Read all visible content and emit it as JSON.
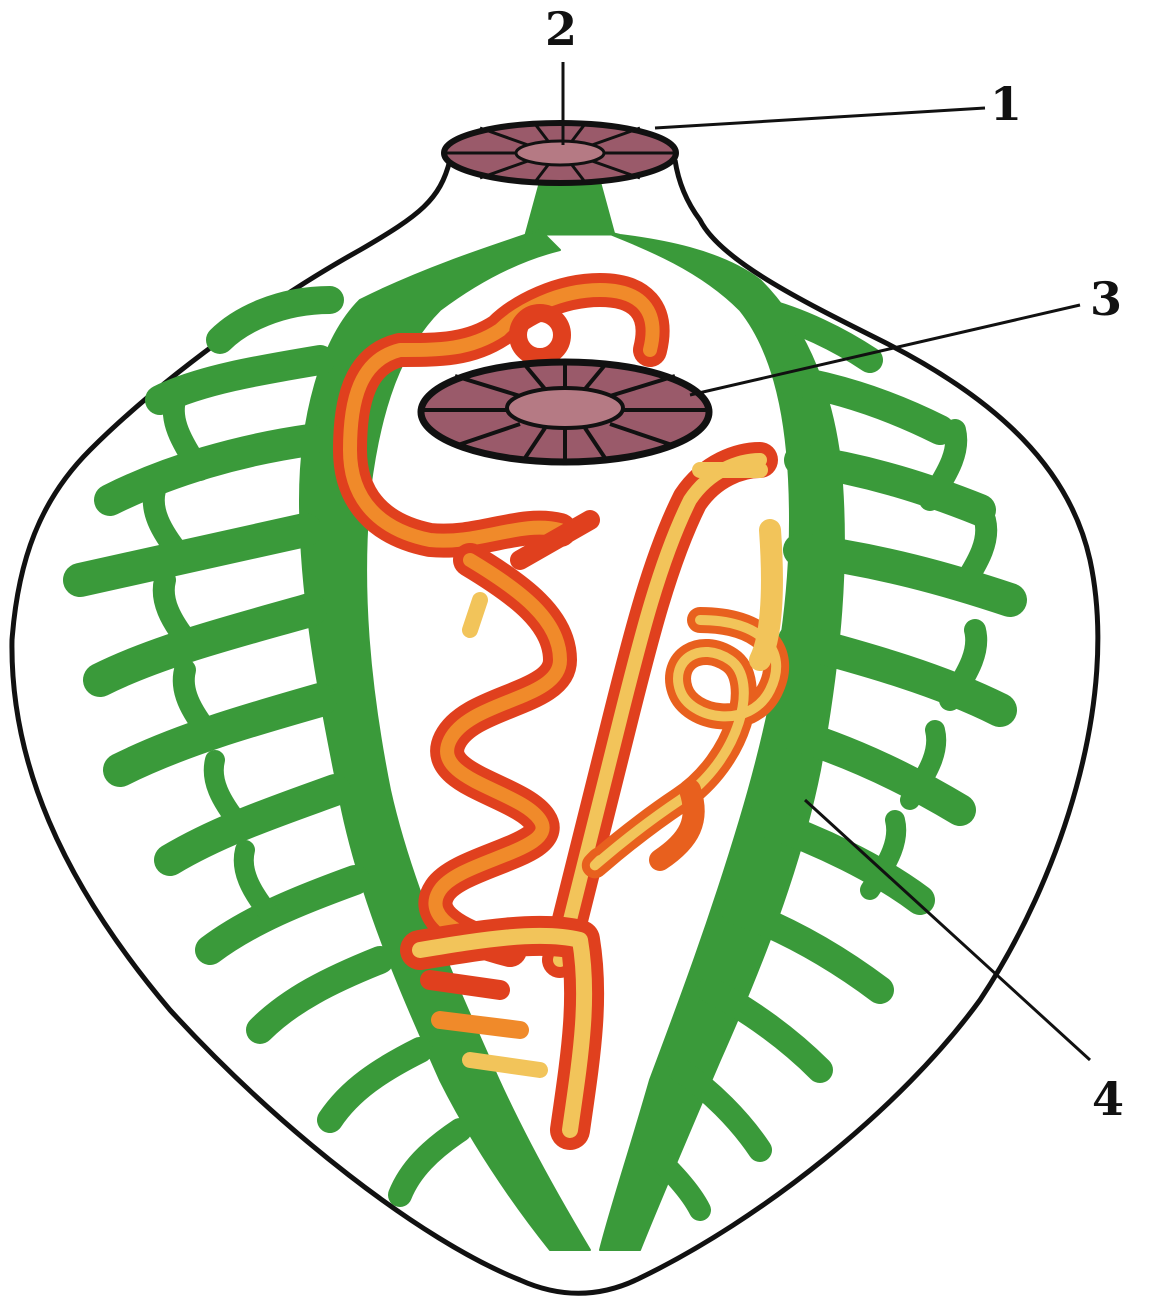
{
  "callouts": [
    {
      "id": "1",
      "label": "1"
    },
    {
      "id": "2",
      "label": "2"
    },
    {
      "id": "3",
      "label": "3"
    },
    {
      "id": "4",
      "label": "4"
    }
  ],
  "colors": {
    "outline": "#111111",
    "lateral_canals": "#3a9a3a",
    "uterus_dark": "#e0401e",
    "uterus_light": "#f08a2a",
    "uterus_yellow": "#f2c45a",
    "sucker_fill": "#9a5a6a",
    "sucker_center": "#b57a84"
  }
}
